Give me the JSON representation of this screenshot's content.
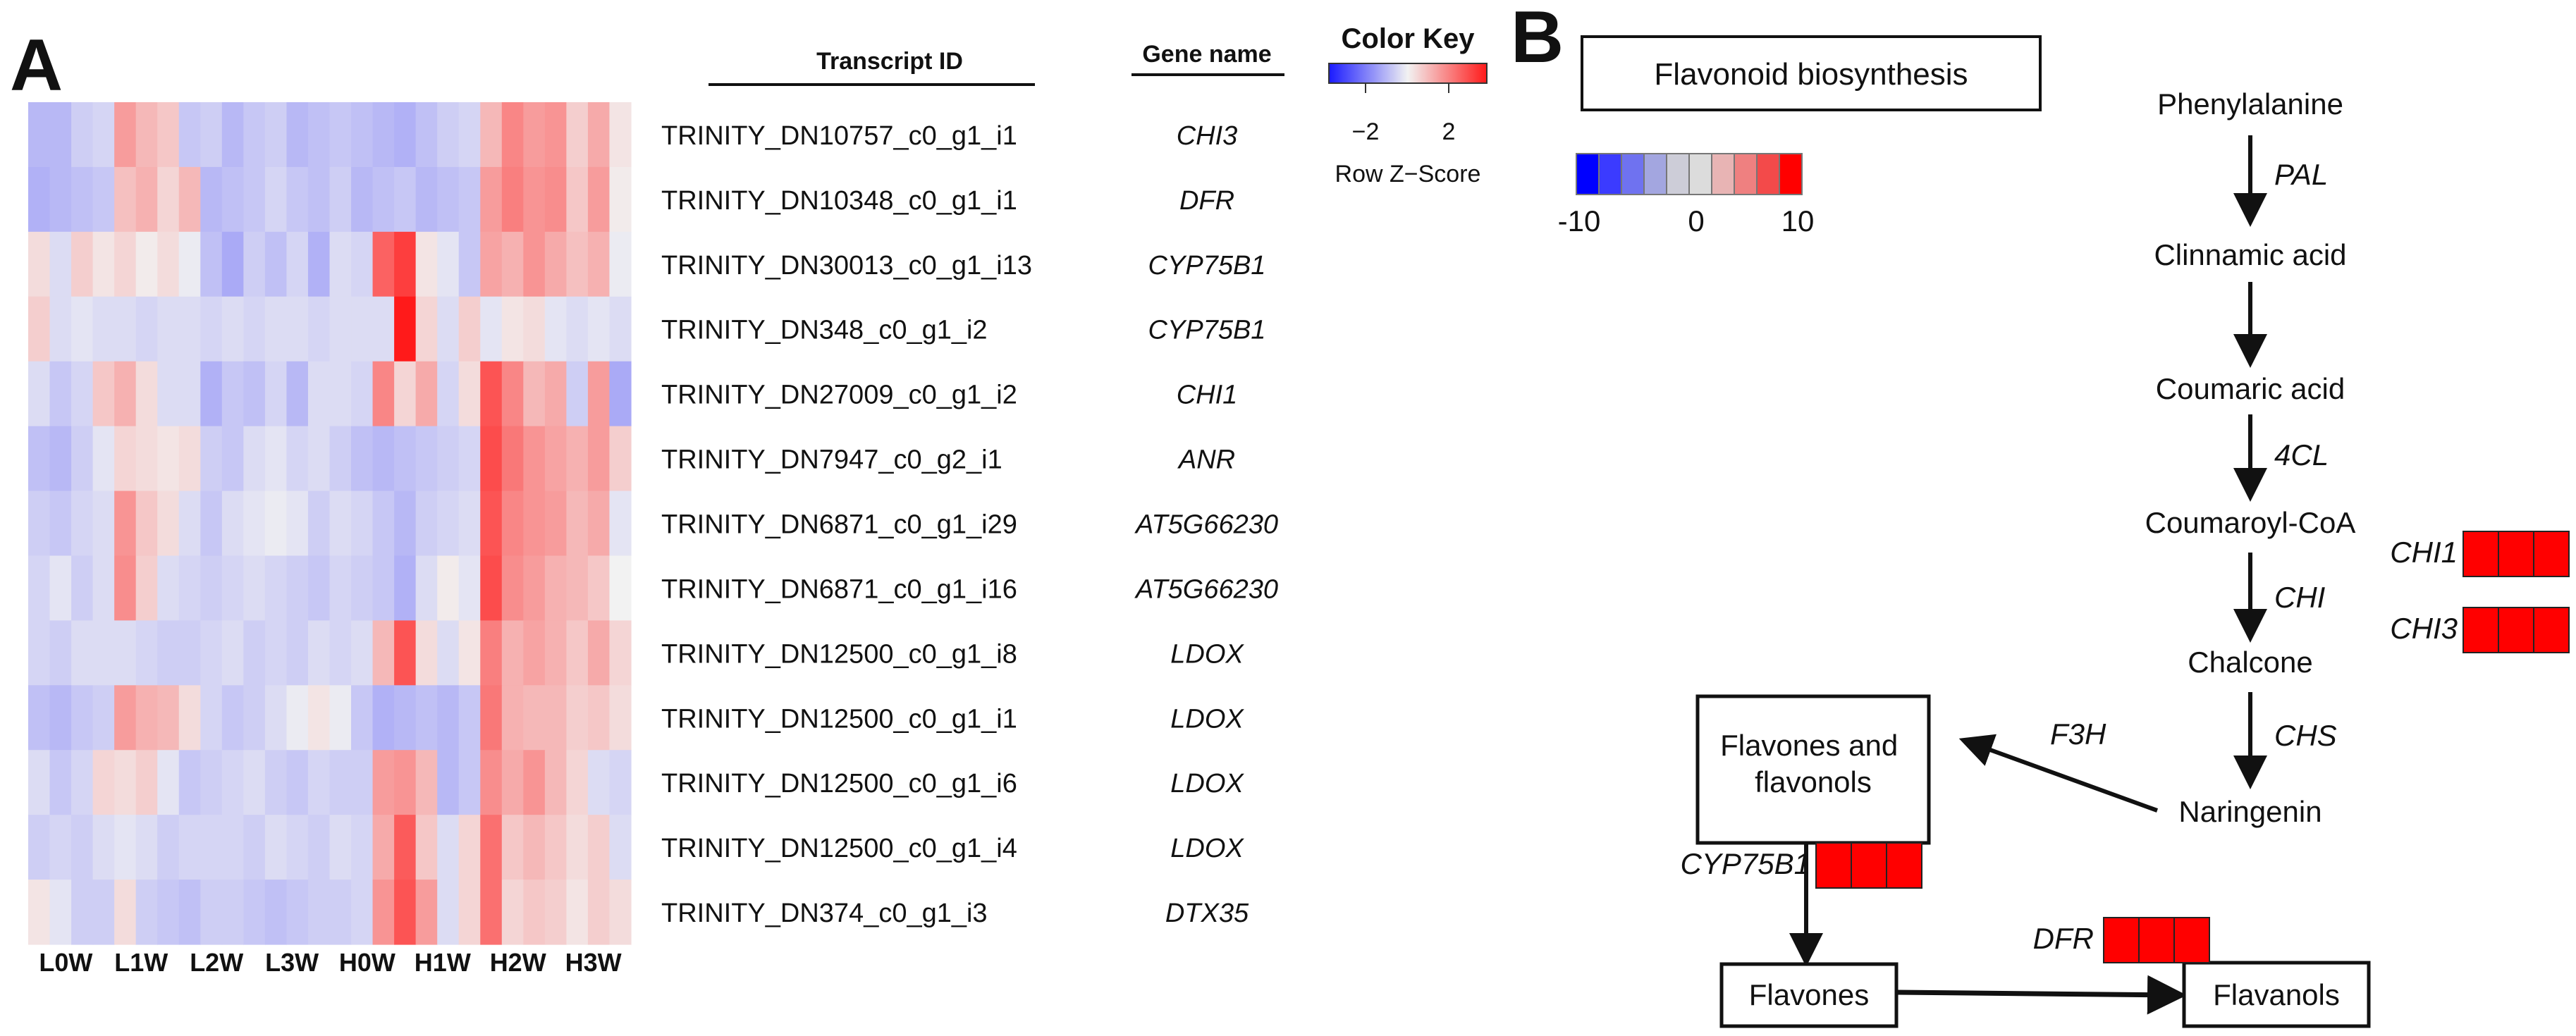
{
  "panel_a": {
    "label": "A",
    "transcript_header": "Transcript ID",
    "gene_header": "Gene name",
    "color_key": {
      "title": "Color Key",
      "ticks": [
        "−2",
        "2"
      ],
      "subtitle": "Row Z−Score",
      "low_color": "#1a1aff",
      "mid_color": "#f2f2f2",
      "high_color": "#ff1a1a"
    },
    "columns": [
      "L0W",
      "L1W",
      "L2W",
      "L3W",
      "H0W",
      "H1W",
      "H2W",
      "H3W"
    ],
    "rows": [
      {
        "id": "TRINITY_DN10757_c0_g1_i1",
        "gene": "CHI3"
      },
      {
        "id": "TRINITY_DN10348_c0_g1_i1",
        "gene": "DFR"
      },
      {
        "id": "TRINITY_DN30013_c0_g1_i13",
        "gene": "CYP75B1"
      },
      {
        "id": "TRINITY_DN348_c0_g1_i2",
        "gene": "CYP75B1"
      },
      {
        "id": "TRINITY_DN27009_c0_g1_i2",
        "gene": "CHI1"
      },
      {
        "id": "TRINITY_DN7947_c0_g2_i1",
        "gene": "ANR"
      },
      {
        "id": "TRINITY_DN6871_c0_g1_i29",
        "gene": "AT5G66230"
      },
      {
        "id": "TRINITY_DN6871_c0_g1_i16",
        "gene": "AT5G66230"
      },
      {
        "id": "TRINITY_DN12500_c0_g1_i8",
        "gene": "LDOX"
      },
      {
        "id": "TRINITY_DN12500_c0_g1_i1",
        "gene": "LDOX"
      },
      {
        "id": "TRINITY_DN12500_c0_g1_i6",
        "gene": "LDOX"
      },
      {
        "id": "TRINITY_DN12500_c0_g1_i4",
        "gene": "LDOX"
      },
      {
        "id": "TRINITY_DN374_c0_g1_i3",
        "gene": "DTX35"
      }
    ],
    "chart_data": {
      "type": "heatmap",
      "value_range": [
        -3,
        3
      ],
      "z": [
        [
          -0.8,
          -0.8,
          -0.5,
          -0.4,
          1.2,
          0.8,
          0.6,
          -0.6,
          -0.5,
          -0.8,
          -0.6,
          -0.5,
          -0.8,
          -0.7,
          -0.6,
          -0.7,
          -0.8,
          -0.9,
          -0.7,
          -0.5,
          -0.4,
          0.8,
          1.5,
          1.2,
          1.3,
          0.5,
          1.0,
          0.2
        ],
        [
          -0.9,
          -0.8,
          -0.7,
          -0.6,
          0.7,
          0.9,
          0.4,
          0.8,
          -0.8,
          -0.7,
          -0.6,
          -0.4,
          -0.6,
          -0.7,
          -0.5,
          -0.8,
          -0.7,
          -0.6,
          -0.8,
          -0.7,
          -0.6,
          1.2,
          1.6,
          1.3,
          1.4,
          0.6,
          1.2,
          0.1
        ],
        [
          0.3,
          -0.3,
          0.5,
          0.2,
          0.4,
          0.1,
          0.3,
          -0.1,
          -0.7,
          -1.0,
          -0.5,
          -0.7,
          -0.4,
          -0.9,
          -0.3,
          -0.4,
          2.0,
          2.5,
          0.2,
          -0.2,
          -0.6,
          1.1,
          0.9,
          1.3,
          1.0,
          0.7,
          0.9,
          -0.1
        ],
        [
          0.5,
          -0.3,
          -0.2,
          -0.3,
          -0.3,
          -0.4,
          -0.3,
          -0.3,
          -0.4,
          -0.3,
          -0.4,
          -0.3,
          -0.3,
          -0.4,
          -0.3,
          -0.3,
          -0.3,
          3.0,
          0.4,
          -0.3,
          0.5,
          -0.2,
          0.2,
          0.3,
          -0.2,
          -0.3,
          -0.2,
          -0.3
        ],
        [
          -0.3,
          -0.6,
          -0.4,
          0.6,
          0.9,
          0.3,
          -0.3,
          -0.3,
          -0.9,
          -0.6,
          -0.7,
          -0.4,
          -0.8,
          -0.3,
          -0.3,
          -0.4,
          1.5,
          0.4,
          1.0,
          -0.4,
          0.3,
          2.2,
          1.5,
          0.8,
          1.0,
          -0.5,
          1.2,
          -1.0
        ],
        [
          -0.7,
          -0.8,
          -0.5,
          -0.2,
          0.4,
          0.3,
          0.2,
          0.3,
          -0.5,
          -0.6,
          -0.3,
          -0.2,
          -0.4,
          -0.3,
          -0.5,
          -0.7,
          -0.8,
          -0.7,
          -0.6,
          -0.5,
          -0.4,
          2.3,
          1.7,
          1.3,
          1.1,
          0.9,
          1.2,
          0.5
        ],
        [
          -0.5,
          -0.6,
          -0.4,
          -0.3,
          1.3,
          0.6,
          0.3,
          -0.3,
          -0.6,
          -0.3,
          -0.2,
          -0.1,
          -0.2,
          -0.5,
          -0.3,
          -0.4,
          -0.6,
          -0.8,
          -0.5,
          -0.4,
          -0.3,
          2.2,
          1.5,
          1.3,
          1.2,
          0.8,
          1.0,
          -0.2
        ],
        [
          -0.4,
          -0.2,
          -0.5,
          -0.3,
          1.4,
          0.5,
          -0.3,
          -0.4,
          -0.5,
          -0.4,
          -0.3,
          -0.4,
          -0.5,
          -0.6,
          -0.4,
          -0.5,
          -0.6,
          -0.9,
          -0.3,
          0.1,
          -0.2,
          2.3,
          1.4,
          1.2,
          0.9,
          0.8,
          0.6,
          0.0
        ],
        [
          -0.4,
          -0.5,
          -0.3,
          -0.3,
          -0.3,
          -0.4,
          -0.5,
          -0.5,
          -0.4,
          -0.3,
          -0.5,
          -0.4,
          -0.5,
          -0.3,
          -0.4,
          -0.3,
          0.8,
          2.2,
          0.3,
          -0.3,
          0.2,
          1.6,
          0.9,
          1.1,
          0.9,
          0.6,
          1.0,
          0.4
        ],
        [
          -0.7,
          -0.8,
          -0.6,
          -0.5,
          1.2,
          0.9,
          0.8,
          0.3,
          -0.4,
          -0.6,
          -0.5,
          -0.3,
          -0.1,
          0.2,
          -0.1,
          -0.6,
          -0.9,
          -0.8,
          -0.7,
          -0.8,
          -0.6,
          1.7,
          0.9,
          0.8,
          0.8,
          0.5,
          0.6,
          0.3
        ],
        [
          -0.3,
          -0.6,
          -0.4,
          0.4,
          0.3,
          0.5,
          -0.2,
          -0.6,
          -0.5,
          -0.4,
          -0.3,
          -0.5,
          -0.6,
          -0.4,
          -0.5,
          -0.5,
          1.2,
          1.3,
          0.8,
          -0.8,
          -0.6,
          1.4,
          1.0,
          1.3,
          0.8,
          0.4,
          -0.3,
          -0.4
        ],
        [
          -0.5,
          -0.4,
          -0.5,
          -0.3,
          -0.2,
          -0.3,
          -0.5,
          -0.4,
          -0.4,
          -0.4,
          -0.5,
          -0.3,
          -0.4,
          -0.5,
          -0.3,
          -0.4,
          1.0,
          2.1,
          0.6,
          -0.3,
          0.4,
          1.8,
          0.6,
          0.8,
          0.6,
          0.3,
          0.5,
          -0.3
        ],
        [
          0.2,
          -0.2,
          -0.5,
          -0.5,
          0.3,
          -0.5,
          -0.6,
          -0.7,
          -0.5,
          -0.5,
          -0.6,
          -0.7,
          -0.6,
          -0.5,
          -0.5,
          -0.4,
          1.3,
          2.2,
          1.2,
          -0.3,
          0.4,
          1.8,
          0.4,
          0.6,
          0.5,
          0.2,
          0.5,
          0.3
        ]
      ]
    }
  },
  "panel_b": {
    "label": "B",
    "title": "Flavonoid biosynthesis",
    "scale": {
      "ticks": [
        "-10",
        "0",
        "10"
      ],
      "colors": [
        "#0000ff",
        "#3b3bff",
        "#6f72f0",
        "#a3a6e0",
        "#cdcdd8",
        "#dcdcdc",
        "#e8b4b4",
        "#ef8080",
        "#f34a4a",
        "#ff0000"
      ]
    },
    "compounds": [
      "Phenylalanine",
      "Clinnamic acid",
      "Coumaric acid",
      "Coumaroyl-CoA",
      "Chalcone",
      "Naringenin"
    ],
    "enzymes": [
      "PAL",
      "4CL",
      "CHI",
      "CHS",
      "F3H"
    ],
    "boxes": [
      "Flavones and\nflavonols",
      "Flavones",
      "Flavanols"
    ],
    "genes": [
      {
        "name": "CHI1",
        "cell_colors": [
          "#ff0000",
          "#ff0000",
          "#ff0000"
        ]
      },
      {
        "name": "CHI3",
        "cell_colors": [
          "#ff0000",
          "#ff0000",
          "#ff0000"
        ]
      },
      {
        "name": "CYP75B1",
        "cell_colors": [
          "#ff0000",
          "#ff0000",
          "#ff0000"
        ]
      },
      {
        "name": "DFR",
        "cell_colors": [
          "#ff0000",
          "#ff0000",
          "#ff0000"
        ]
      }
    ]
  }
}
